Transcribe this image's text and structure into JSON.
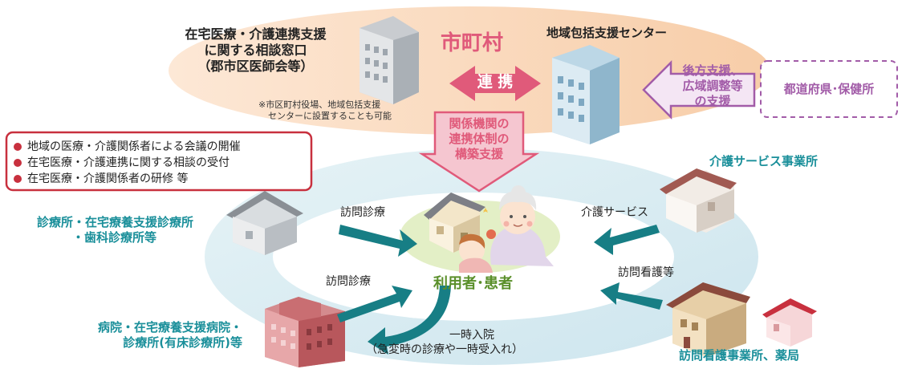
{
  "municipality": {
    "title": "市町村",
    "coordination_label": "連 携"
  },
  "consultation_desk": {
    "line1": "在宅医療・介護連携支援",
    "line2": "に関する相談窓口",
    "line3": "（郡市区医師会等）",
    "note_line1": "※市区町村役場、地域包括支援",
    "note_line2": "センターに設置することも可能"
  },
  "community_center": {
    "label": "地域包括支援センター"
  },
  "backup_support": {
    "line1": "後方支援、",
    "line2": "広域調整等",
    "line3": "の支援"
  },
  "prefecture": {
    "label": "都道府県･保健所"
  },
  "system_support": {
    "line1": "関係機関の",
    "line2": "連携体制の",
    "line3": "構築支援"
  },
  "activities": {
    "items": [
      "地域の医療・介護関係者による会議の開催",
      "在宅医療・介護連携に関する相談の受付",
      "在宅医療・介護関係者の研修 等"
    ]
  },
  "clinic": {
    "line1": "診療所・在宅療養支援診療所",
    "line2": "・歯科診療所等"
  },
  "hospital": {
    "line1": "病院・在宅療養支援病院・",
    "line2": "診療所(有床診療所)等"
  },
  "care_office": {
    "label": "介護サービス事業所"
  },
  "nursing_office": {
    "label": "訪問看護事業所、薬局"
  },
  "user": {
    "label": "利用者･患者"
  },
  "arrows": {
    "home_visit_1": "訪問診療",
    "home_visit_2": "訪問診療",
    "care_service": "介護サービス",
    "visit_nursing": "訪問看護等",
    "temp_admission_line1": "一時入院",
    "temp_admission_line2": "（急変時の診療や一時受入れ）"
  },
  "colors": {
    "pink": "#e05a7a",
    "teal": "#1a8f9a",
    "purple": "#a25ca8",
    "peach": "#fbe3cf",
    "light_blue": "#dcedf2",
    "dark_red": "#c8303e"
  }
}
